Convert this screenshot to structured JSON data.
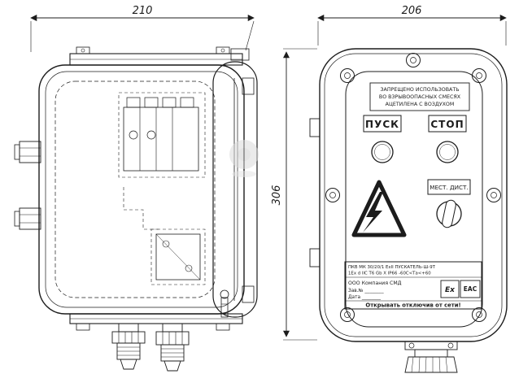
{
  "page": {
    "background": "#ffffff",
    "line_color": "#1c1c1c",
    "watermark_color": "#dcdcdc"
  },
  "dimensions": {
    "side_width": "210",
    "front_width": "206",
    "front_height": "306"
  },
  "front_view": {
    "warning_sign_lines": [
      "ЗАПРЕЩЕНО ИСПОЛЬЗОВАТЬ",
      "ВО ВЗРЫВООПАСНЫХ СМЕСЯХ",
      "АЦЕТИЛЕНА С ВОЗДУХОМ"
    ],
    "start_button_label": "ПУСК",
    "stop_button_label": "СТОП",
    "mode_selector_label": "МЕСТ. ДИСТ.",
    "nameplate": {
      "model_line": "ПКВ МК 30/20/1 ЕхII ПУСКАТЕЛЬ-Ш-9Т",
      "marking_line": "1Ex d IIC T6 Gb X  IP66  -60С<Та<+60",
      "company": "ООО Компания СМД",
      "serial": "Зав.№ ________",
      "date": "Дата ________",
      "ex_mark": "Ex",
      "eac_mark": "EAC",
      "open_warning": "Открывать отключив от сети!"
    }
  }
}
